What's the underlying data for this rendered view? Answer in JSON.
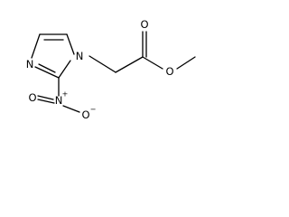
{
  "molecule": {
    "atoms": {
      "n_imidazole_1": "N",
      "n_imidazole_3": "N",
      "n_nitro": "N",
      "o_nitro_double": "O",
      "o_nitro_single": "O",
      "o_carbonyl": "O",
      "o_ester": "O"
    },
    "charges": {
      "n_nitro_charge": "+",
      "o_nitro_charge": "−"
    }
  },
  "colors": {
    "ink": "#000000",
    "background": "#ffffff"
  }
}
